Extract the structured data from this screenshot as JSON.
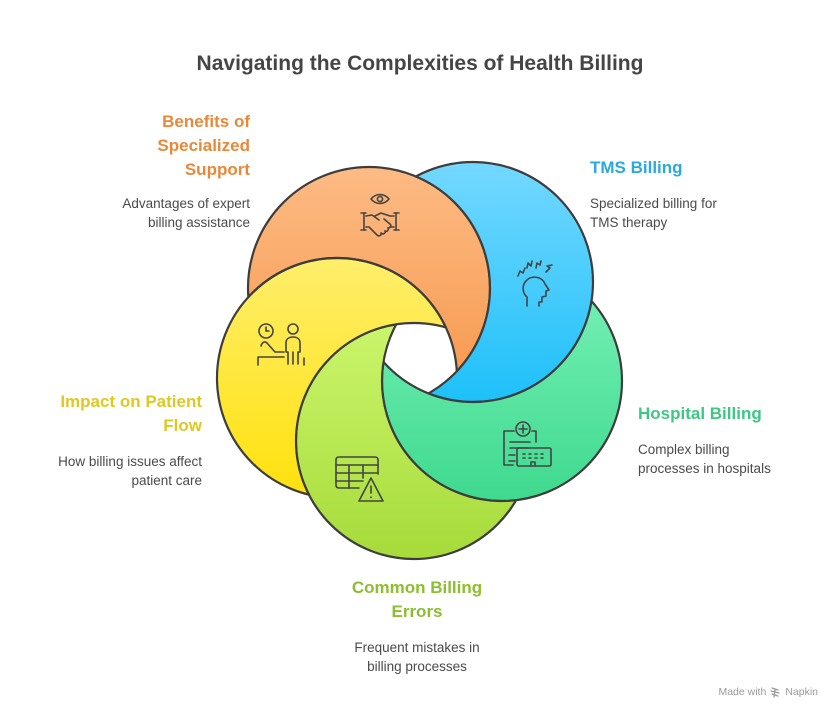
{
  "title": "Navigating the Complexities of Health Billing",
  "segments": [
    {
      "id": "benefits",
      "heading": "Benefits of Specialized Support",
      "heading_lines": [
        "Benefits of",
        "Specialized",
        "Support"
      ],
      "description_lines": [
        "Advantages of expert",
        "billing assistance"
      ],
      "icon": "handshake-eye-icon",
      "color": "#E8893A",
      "fill_top": "#FDBB84",
      "fill_bottom": "#F6964A"
    },
    {
      "id": "tms",
      "heading": "TMS Billing",
      "heading_lines": [
        "TMS Billing"
      ],
      "description_lines": [
        "Specialized billing for",
        "TMS therapy"
      ],
      "icon": "head-stimulation-icon",
      "color": "#29A9DF",
      "fill_top": "#74D8FF",
      "fill_bottom": "#1EC0F9"
    },
    {
      "id": "hospital",
      "heading": "Hospital Billing",
      "heading_lines": [
        "Hospital Billing"
      ],
      "description_lines": [
        "Complex billing",
        "processes in hospitals"
      ],
      "icon": "hospital-document-icon",
      "color": "#3DC785",
      "fill_top": "#7BF3BA",
      "fill_bottom": "#3FD98E"
    },
    {
      "id": "errors",
      "heading": "Common Billing Errors",
      "heading_lines": [
        "Common Billing",
        "Errors"
      ],
      "description_lines": [
        "Frequent mistakes in",
        "billing processes"
      ],
      "icon": "table-warning-icon",
      "color": "#8BBF2D",
      "fill_top": "#CBF56C",
      "fill_bottom": "#A6DB3A"
    },
    {
      "id": "impact",
      "heading": "Impact on Patient Flow",
      "heading_lines": [
        "Impact on Patient",
        "Flow"
      ],
      "description_lines": [
        "How billing issues affect",
        "patient care"
      ],
      "icon": "patient-waiting-icon",
      "color": "#DFC91E",
      "fill_top": "#FFEE6B",
      "fill_bottom": "#FFE10C"
    }
  ],
  "footer": {
    "text_made": "Made with",
    "brand": "Napkin",
    "icon": "napkin-logo-icon"
  }
}
